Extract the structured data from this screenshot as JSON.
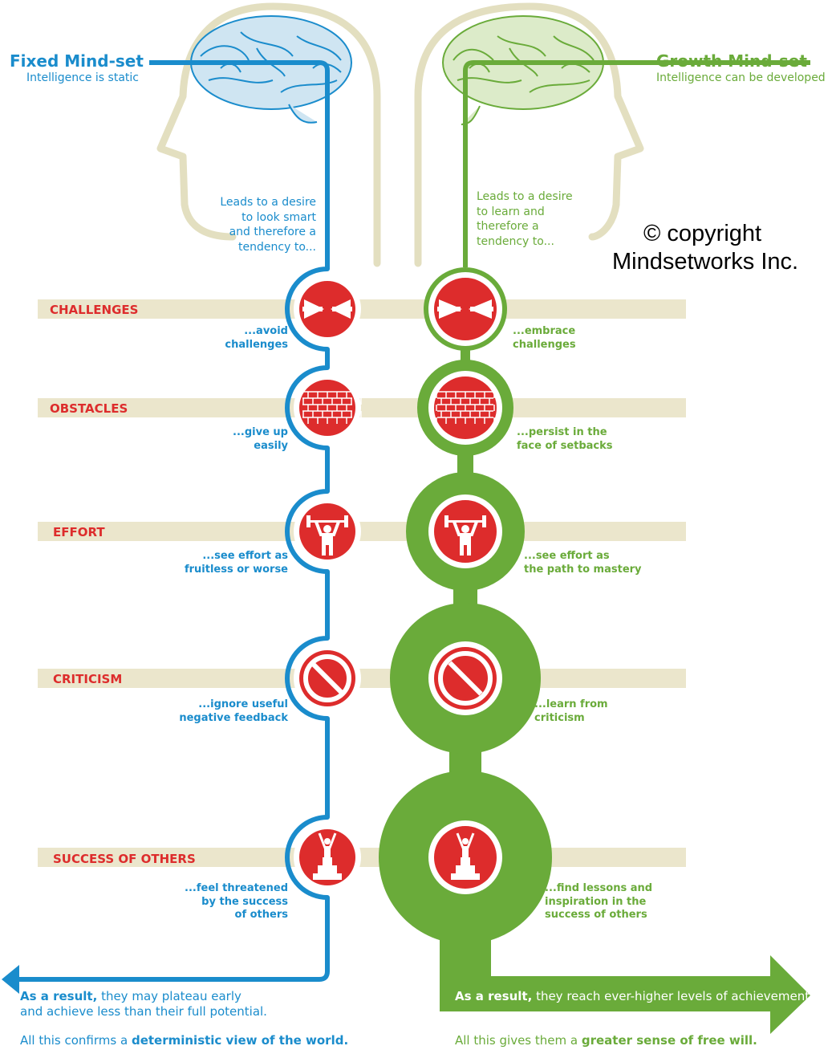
{
  "fixed": {
    "title": "Fixed Mind-set",
    "subtitle": "Intelligence is static",
    "lead": "Leads to a desire\nto look smart\nand therefore a\ntendency to...",
    "result_bold": "As a result,",
    "result_text": " they may plateau early\nand achieve less than their full potential.",
    "confirm_text": "All this confirms a ",
    "confirm_bold": "deterministic view of the world."
  },
  "growth": {
    "title": "Growth Mind-set",
    "subtitle": "Intelligence can be developed",
    "lead": "Leads to a desire\nto learn and\ntherefore a\ntendency to...",
    "result_bold": "As a result,",
    "result_text": " they reach ever-higher levels of achievement.",
    "confirm_text": "All this gives them a ",
    "confirm_bold": "greater sense of free will."
  },
  "copyright": {
    "line1": "©  copyright",
    "line2": "Mindsetworks Inc."
  },
  "rows": [
    {
      "category": "CHALLENGES",
      "icon": "arrows-inward-icon",
      "fixed": "...avoid\nchallenges",
      "growth": "...embrace\nchallenges"
    },
    {
      "category": "OBSTACLES",
      "icon": "brick-wall-icon",
      "fixed": "...give up\neasily",
      "growth": "...persist in the\nface of setbacks"
    },
    {
      "category": "EFFORT",
      "icon": "weightlifter-icon",
      "fixed": "...see effort as\nfruitless or worse",
      "growth": "...see effort as\nthe path to mastery"
    },
    {
      "category": "CRITICISM",
      "icon": "prohibited-sign-icon",
      "fixed": "...ignore useful\nnegative feedback",
      "growth": "...learn from\ncriticism"
    },
    {
      "category": "SUCCESS OF OTHERS",
      "icon": "podium-winner-icon",
      "fixed": "...feel threatened\nby the success\nof others",
      "growth": "...find lessons and\ninspiration in the\nsuccess of others"
    }
  ],
  "colors": {
    "fixed_blue": "#1a8ccc",
    "growth_green": "#6aab3a",
    "icon_red": "#dd2c2c",
    "band_tan": "#ebe6cc",
    "head_outline": "#e3dfc0"
  }
}
